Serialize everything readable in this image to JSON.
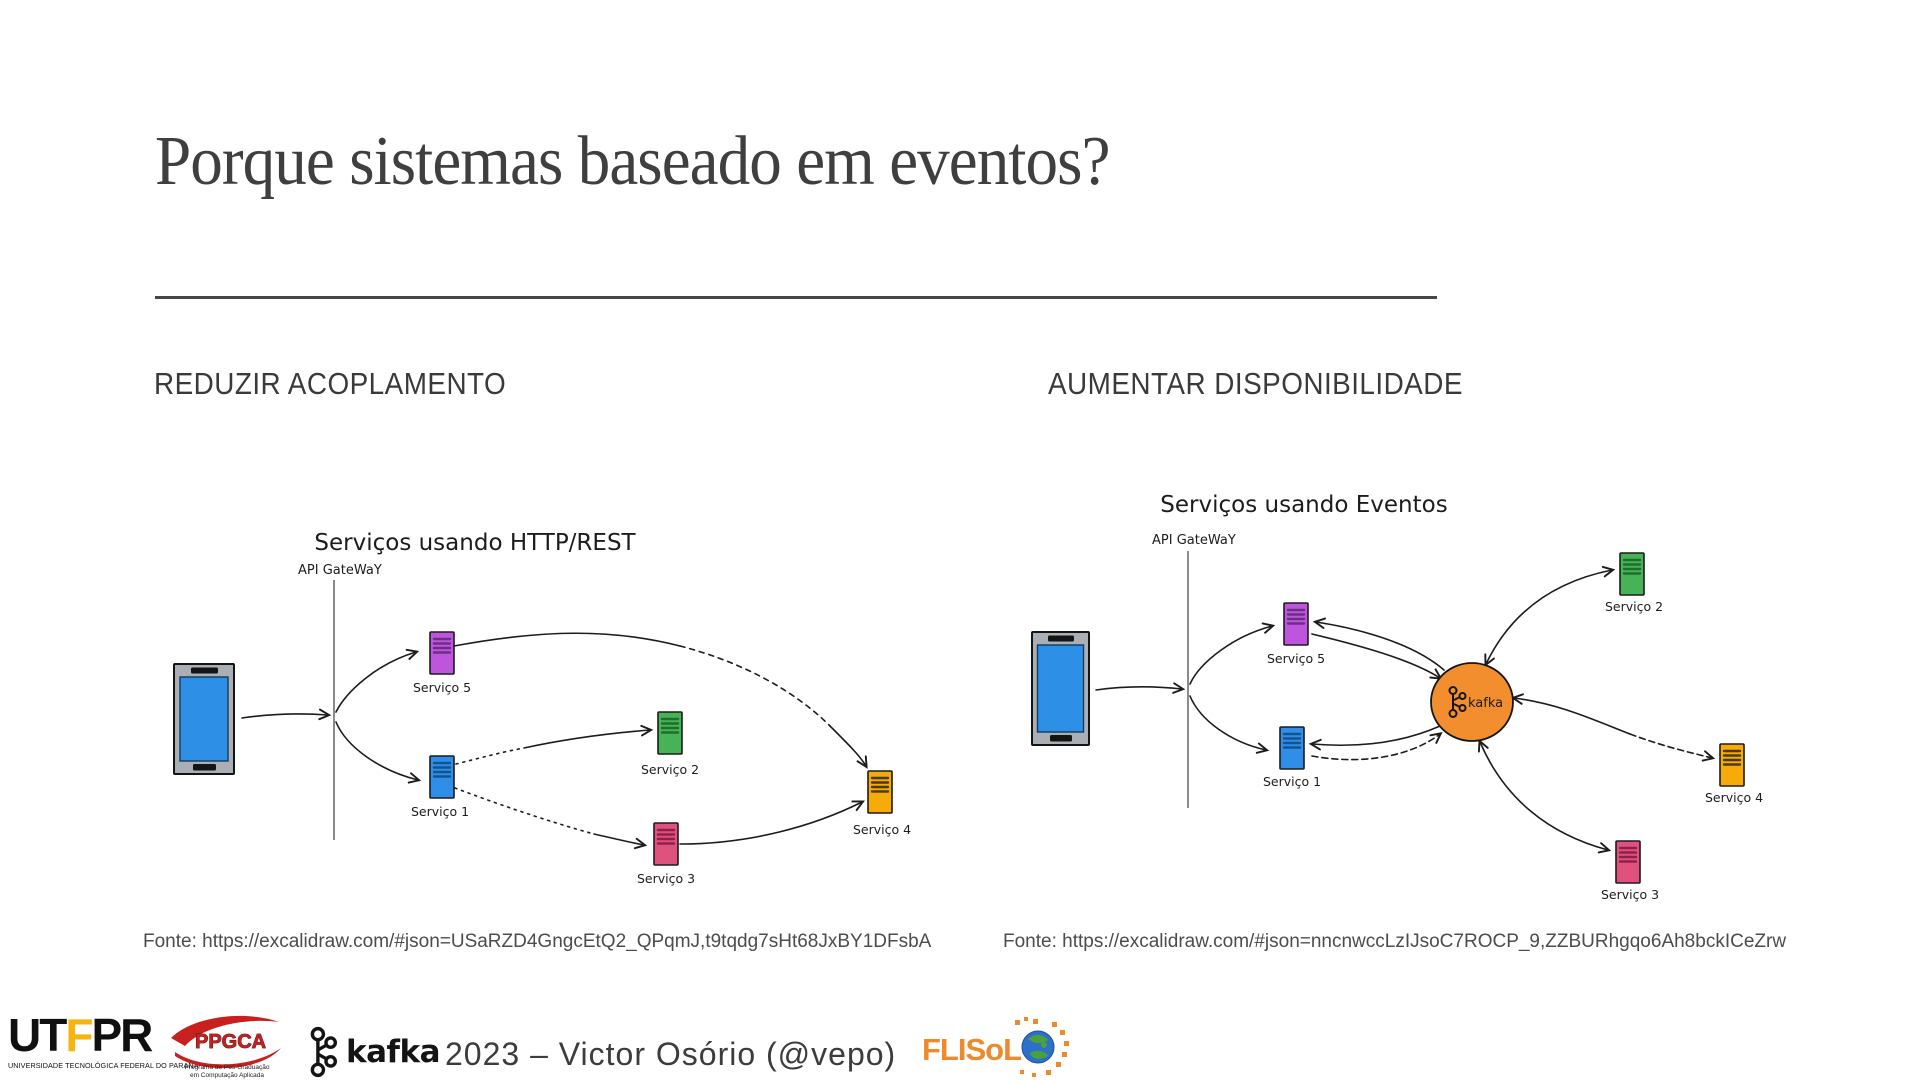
{
  "slide": {
    "title": "Porque sistemas baseado em eventos?"
  },
  "sections": {
    "left": {
      "heading": "REDUZIR ACOPLAMENTO",
      "diagram_title": "Serviços usando HTTP/REST",
      "api_gateway": "API GateWaY",
      "services": [
        {
          "label": "Serviço 5",
          "fill": "#bf55dd",
          "stripe": "#6d2f86"
        },
        {
          "label": "Serviço 1",
          "fill": "#2f8fe8",
          "stripe": "#14538f"
        },
        {
          "label": "Serviço 2",
          "fill": "#47b356",
          "stripe": "#1e6e2c"
        },
        {
          "label": "Serviço 3",
          "fill": "#e0527e",
          "stripe": "#8f1f4b"
        },
        {
          "label": "Serviço 4",
          "fill": "#f6ab09",
          "stripe": "#4d3a02"
        }
      ],
      "fonte": "Fonte: https://excalidraw.com/#json=USaRZD4GngcEtQ2_QPqmJ,t9tqdg7sHt68JxBY1DFsbA"
    },
    "right": {
      "heading": "AUMENTAR DISPONIBILIDADE",
      "diagram_title": "Serviços usando Eventos",
      "api_gateway": "API GateWaY",
      "kafka_label": "kafka",
      "services": [
        {
          "label": "Serviço 5",
          "fill": "#bf55dd",
          "stripe": "#6d2f86"
        },
        {
          "label": "Serviço 1",
          "fill": "#2f8fe8",
          "stripe": "#14538f"
        },
        {
          "label": "Serviço 2",
          "fill": "#47b356",
          "stripe": "#1e6e2c"
        },
        {
          "label": "Serviço 4",
          "fill": "#f6ab09",
          "stripe": "#4d3a02"
        },
        {
          "label": "Serviço 3",
          "fill": "#e0527e",
          "stripe": "#8f1f4b"
        }
      ],
      "fonte": "Fonte: https://excalidraw.com/#json=nncnwccLzIJsoC7ROCP_9,ZZBURhgqo6Ah8bckICeZrw"
    }
  },
  "footer": {
    "utfpr": {
      "letters_ut": "UT",
      "letters_f": "F",
      "letters_pr": "PR",
      "caption": "UNIVERSIDADE TECNOLÓGICA FEDERAL DO PARANÁ"
    },
    "ppgca": {
      "name": "PPGCA",
      "caption1": "Programa de Pós-Graduação",
      "caption2": "em Computação Aplicada"
    },
    "kafka_wordmark": "kafka",
    "credit": "2023 – Victor Osório (@vepo)",
    "flisol": "FLISoL"
  },
  "colors": {
    "kafka_orange": "#f28e2e",
    "phone_frame": "#a9afb5",
    "phone_screen": "#2e8fe6",
    "ink": "#1c1c1c"
  }
}
